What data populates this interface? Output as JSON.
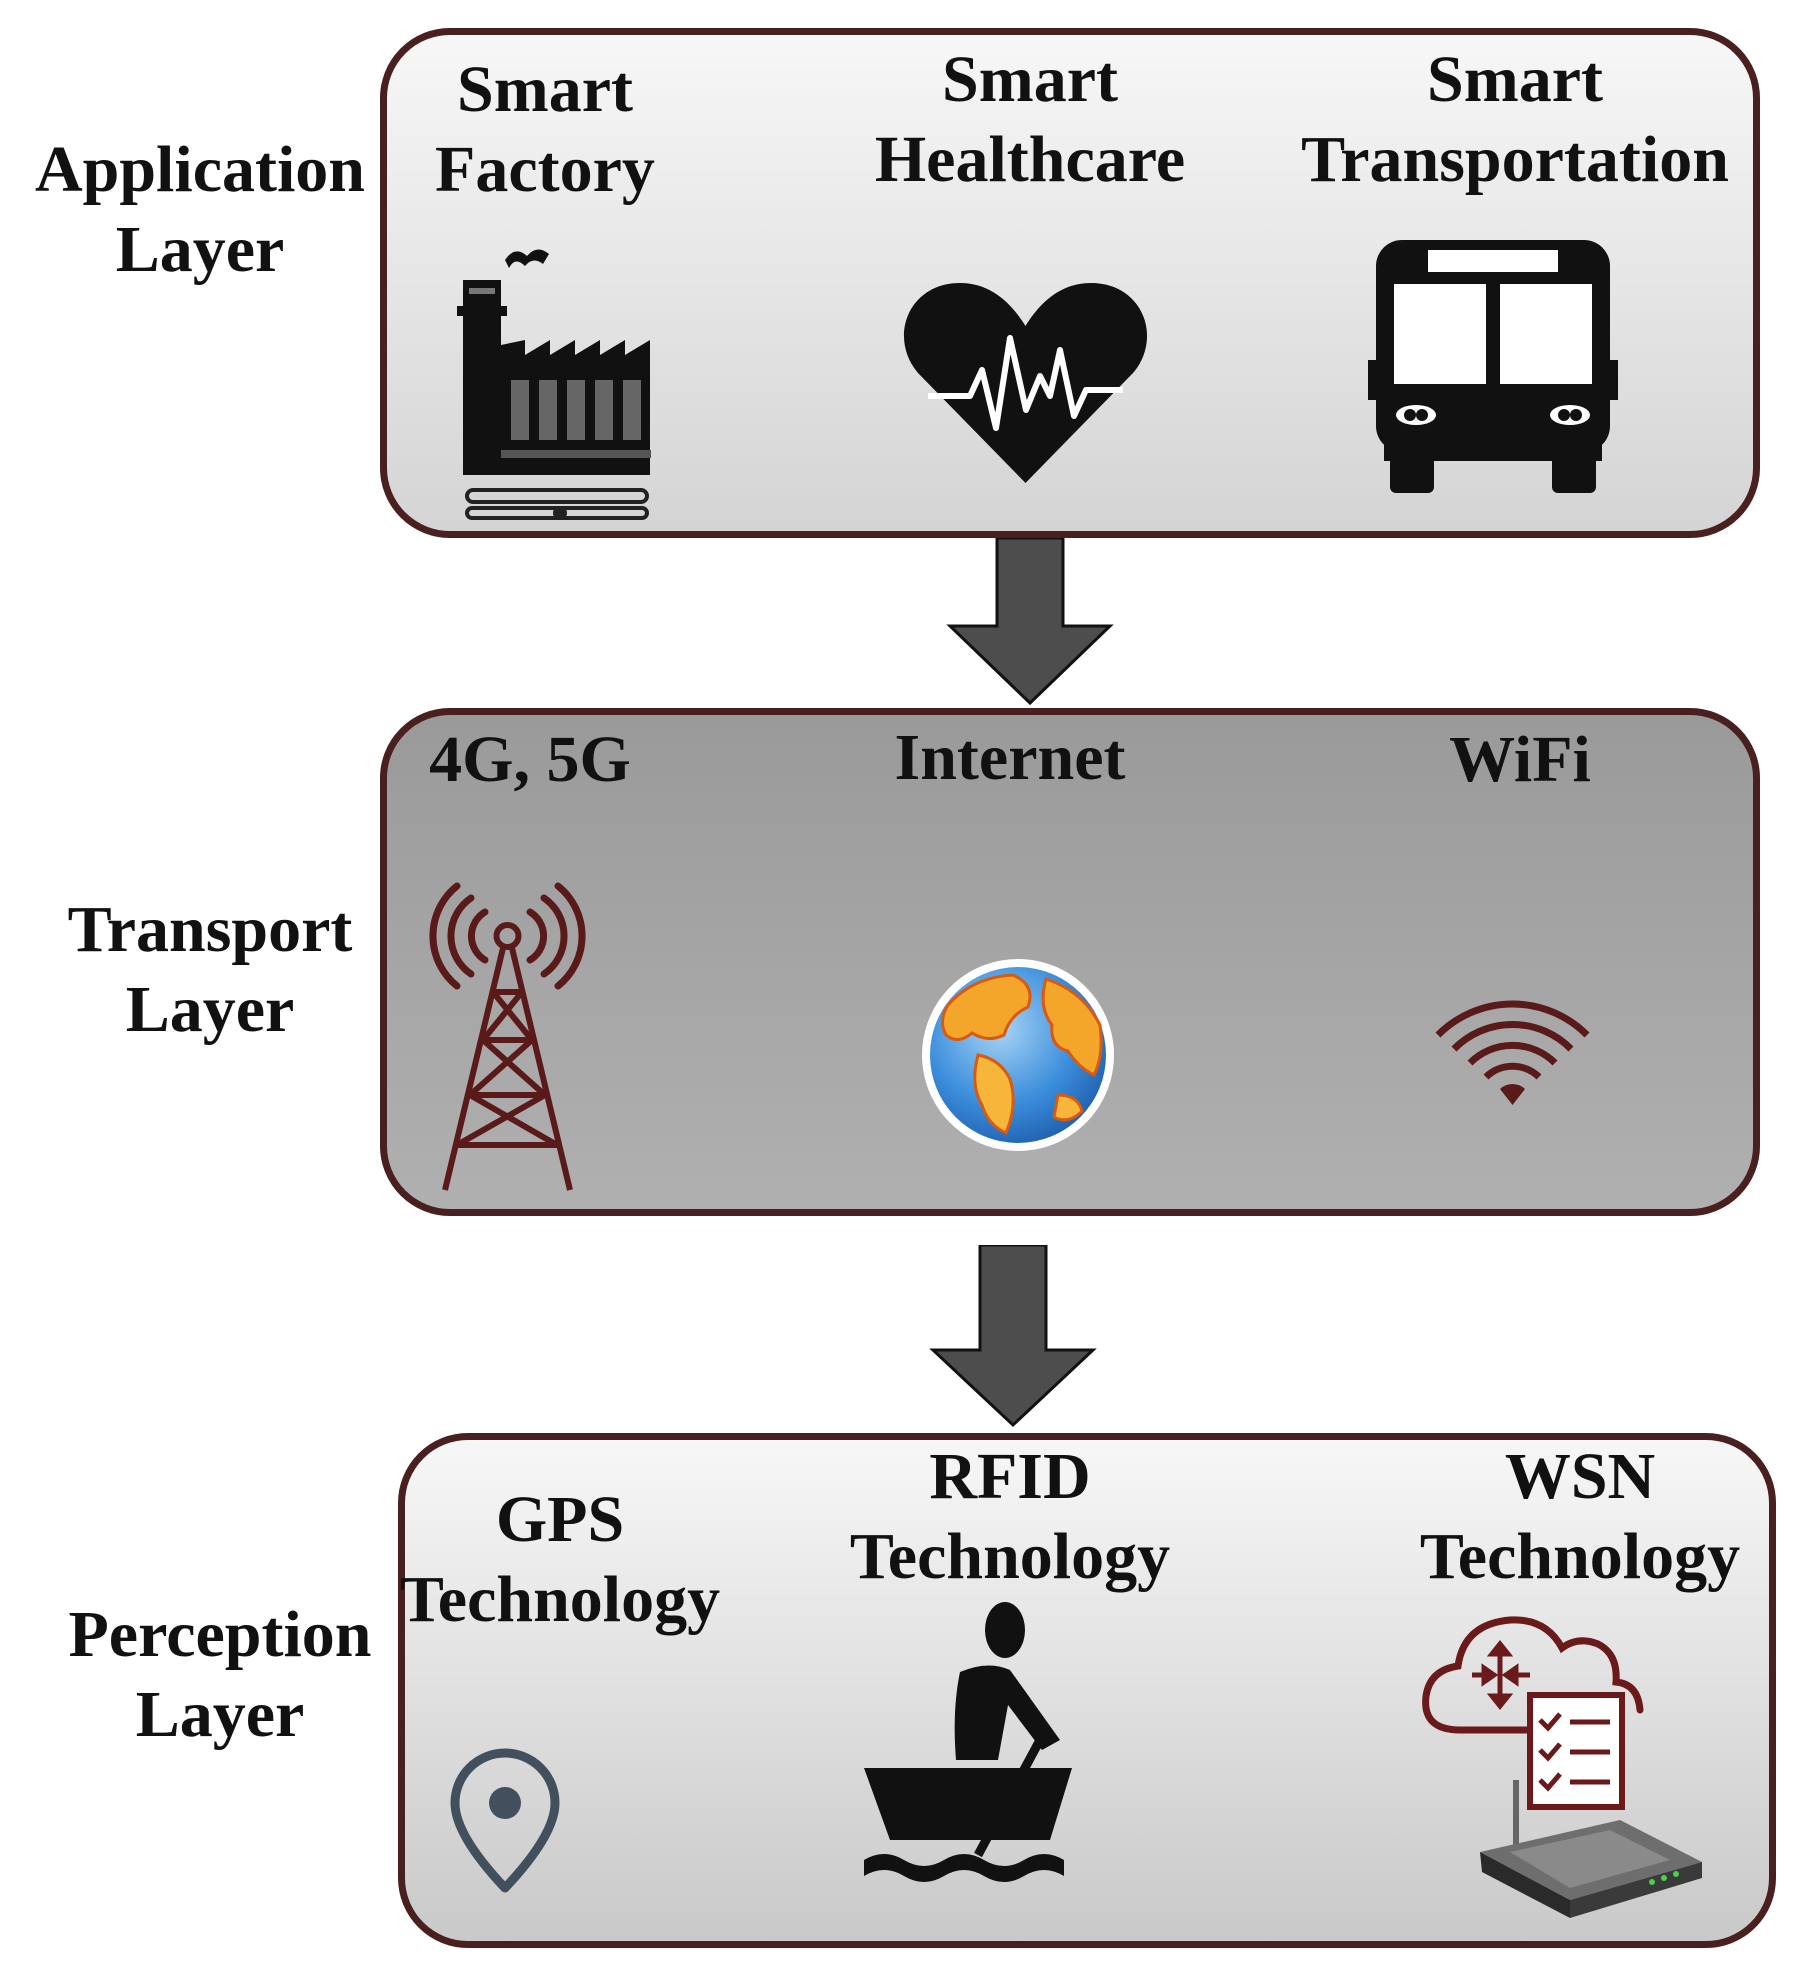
{
  "layers": {
    "application": {
      "label": "Application\nLayer",
      "items": [
        {
          "title": "Smart\nFactory",
          "icon": "factory-icon"
        },
        {
          "title": "Smart\nHealthcare",
          "icon": "heartbeat-icon"
        },
        {
          "title": "Smart\nTransportation",
          "icon": "bus-icon"
        }
      ]
    },
    "transport": {
      "label": "Transport\nLayer",
      "items": [
        {
          "title": "4G, 5G",
          "icon": "cell-tower-icon"
        },
        {
          "title": "Internet",
          "icon": "globe-icon"
        },
        {
          "title": "WiFi",
          "icon": "wifi-icon"
        }
      ]
    },
    "perception": {
      "label": "Perception\nLayer",
      "items": [
        {
          "title": "GPS\nTechnology",
          "icon": "location-pin-icon"
        },
        {
          "title": "RFID\nTechnology",
          "icon": "person-in-boat-icon"
        },
        {
          "title": "WSN\nTechnology",
          "icon": "cloud-router-icon"
        }
      ]
    }
  },
  "colors": {
    "border": "#4a1f1f",
    "arrow": "#4d4d4d",
    "icon_dark": "#111111",
    "icon_maroon": "#5a1a1a"
  }
}
